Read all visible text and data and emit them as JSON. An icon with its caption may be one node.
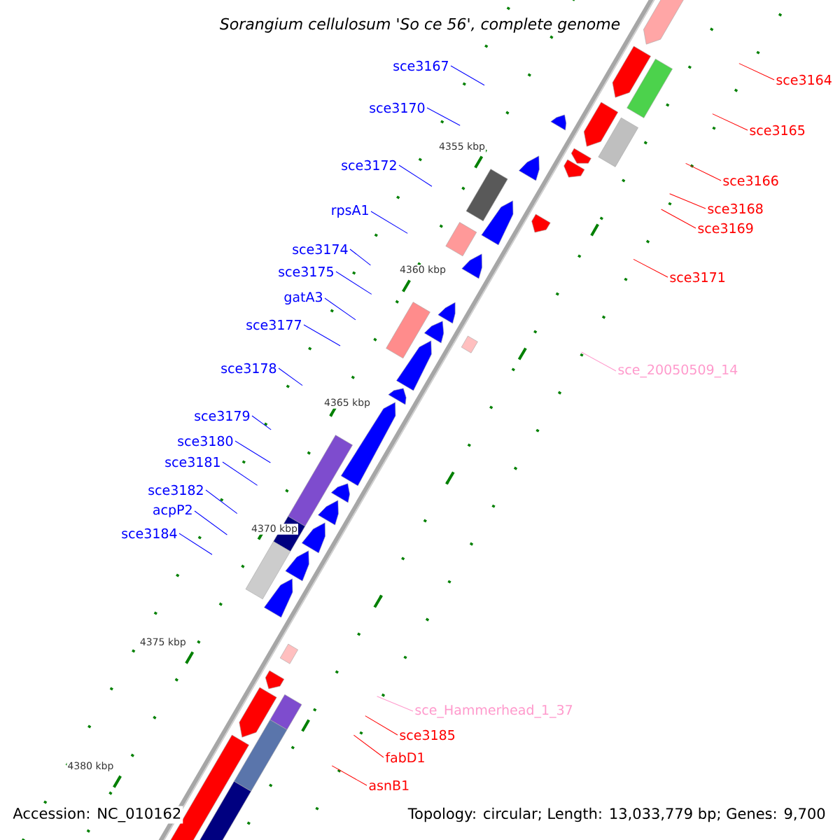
{
  "diagram": {
    "title": "Sorangium cellulosum 'So ce 56', complete genome",
    "nodes": [
      {
        "text": [
          "sce3167"
        ]
      },
      {
        "text": [
          "sce3170"
        ]
      },
      {
        "text": [
          "sce3172"
        ]
      },
      {
        "text": [
          "rpsA1"
        ]
      },
      {
        "text": [
          "sce3174"
        ]
      },
      {
        "text": [
          "sce3175"
        ]
      },
      {
        "text": [
          "gatA3"
        ]
      },
      {
        "text": [
          "sce3177"
        ]
      },
      {
        "text": [
          "sce3178"
        ]
      },
      {
        "text": [
          "sce3179"
        ]
      },
      {
        "text": [
          "sce3180"
        ]
      },
      {
        "text": [
          "sce3181"
        ]
      },
      {
        "text": [
          "sce3182"
        ]
      },
      {
        "text": [
          "acpP2"
        ]
      },
      {
        "text": [
          "sce3184"
        ]
      },
      {
        "text": [
          "sce3164"
        ]
      },
      {
        "text": [
          "sce3165"
        ]
      },
      {
        "text": [
          "sce3166"
        ]
      },
      {
        "text": [
          "sce3168"
        ]
      },
      {
        "text": [
          "sce3169"
        ]
      },
      {
        "text": [
          "sce3171"
        ]
      },
      {
        "text": [
          "sce_20050509_14"
        ]
      },
      {
        "text": [
          "sce_Hammerhead_1_37"
        ]
      },
      {
        "text": [
          "sce3185"
        ]
      },
      {
        "text": [
          "fabD1"
        ]
      },
      {
        "text": [
          "asnB1"
        ]
      }
    ],
    "edges": [
      {
        "from": 0,
        "to": null,
        "arrow": "none"
      },
      {
        "from": 1,
        "to": null,
        "arrow": "none"
      },
      {
        "from": 2,
        "to": null,
        "arrow": "none"
      },
      {
        "from": 3,
        "to": null,
        "arrow": "none"
      },
      {
        "from": 4,
        "to": null,
        "arrow": "none"
      },
      {
        "from": 5,
        "to": null,
        "arrow": "none"
      },
      {
        "from": 6,
        "to": null,
        "arrow": "none"
      },
      {
        "from": 7,
        "to": null,
        "arrow": "none"
      },
      {
        "from": 8,
        "to": null,
        "arrow": "none"
      },
      {
        "from": 9,
        "to": null,
        "arrow": "none"
      },
      {
        "from": 10,
        "to": null,
        "arrow": "none"
      },
      {
        "from": 11,
        "to": null,
        "arrow": "none"
      },
      {
        "from": 12,
        "to": null,
        "arrow": "none"
      },
      {
        "from": 13,
        "to": null,
        "arrow": "none"
      },
      {
        "from": 14,
        "to": null,
        "arrow": "none"
      },
      {
        "from": 15,
        "to": null,
        "arrow": "none",
        "color": "#ff0000"
      },
      {
        "from": 16,
        "to": null,
        "arrow": "none",
        "color": "#ff0000"
      },
      {
        "from": 17,
        "to": null,
        "arrow": "none",
        "color": "#ff0000"
      },
      {
        "from": 18,
        "to": null,
        "arrow": "none",
        "color": "#ff0000"
      },
      {
        "from": 19,
        "to": null,
        "arrow": "none",
        "color": "#ff0000"
      },
      {
        "from": 20,
        "to": null,
        "arrow": "none",
        "color": "#ff0000"
      },
      {
        "from": 21,
        "to": null,
        "arrow": "none",
        "color": "#ff99cc"
      },
      {
        "from": 22,
        "to": null,
        "arrow": "none",
        "color": "#ff99cc"
      },
      {
        "from": 23,
        "to": null,
        "arrow": "none",
        "color": "#ff0000"
      },
      {
        "from": 24,
        "to": null,
        "arrow": "none",
        "color": "#ff0000"
      },
      {
        "from": 25,
        "to": null,
        "arrow": "none",
        "color": "#ff0000"
      }
    ],
    "labels": [
      "4355 kbp",
      "4360 kbp",
      "4365 kbp",
      "4370 kbp",
      "4375 kbp",
      "4380 kbp",
      "Accession: NC_010162",
      "Topology: circular; Length: 13,033,779 bp; Genes: 9,700"
    ]
  }
}
